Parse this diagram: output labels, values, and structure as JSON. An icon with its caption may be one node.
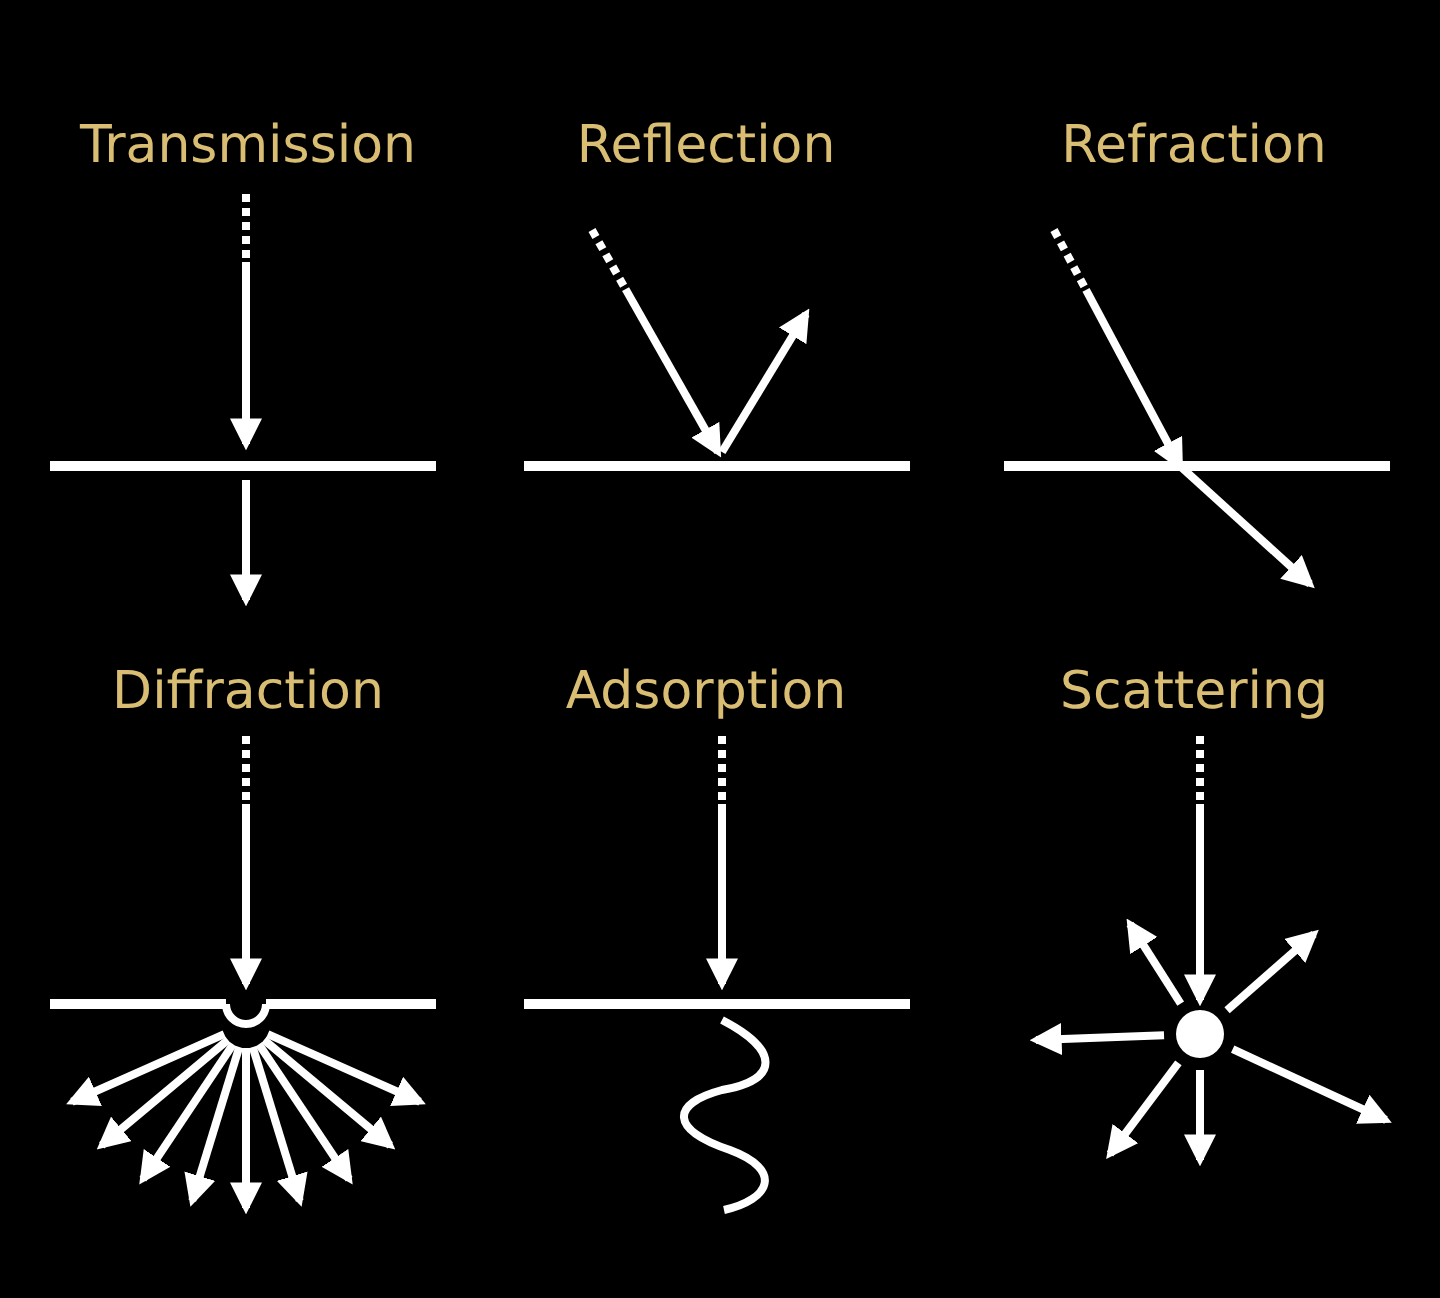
{
  "diagram": {
    "labels": [
      "Transmission",
      "Reflection",
      "Refraction",
      "Diffraction",
      "Adsorption",
      "Scattering"
    ]
  }
}
